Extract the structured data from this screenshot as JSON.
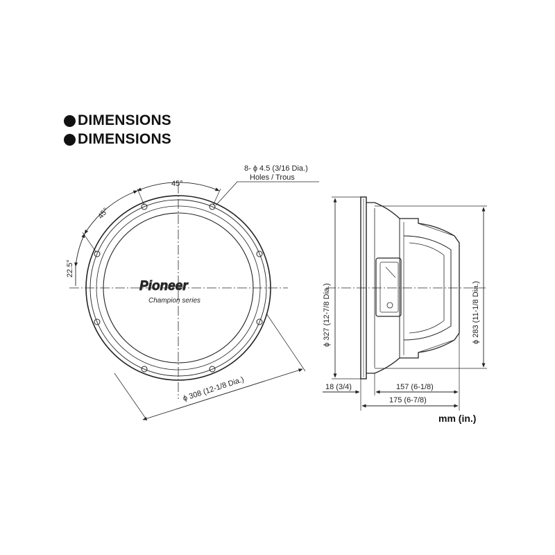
{
  "headings": [
    "DIMENSIONS",
    "DIMENSIONS"
  ],
  "front_view": {
    "angle_top": "45°",
    "angle_upper_left": "45°",
    "angle_left": "22.5°",
    "holes_line1": "8- ϕ 4.5 (3/16 Dia.)",
    "holes_line2": "Holes / Trous",
    "outer_diameter": "ϕ 308 (12-1/8 Dia.)",
    "logo_brand": "Pioneer",
    "logo_series": "Champion series"
  },
  "side_view": {
    "frame_diameter": "ϕ 327 (12-7/8 Dia.)",
    "cutout_diameter": "ϕ 283 (11-1/8 Dia.)",
    "flange_depth": "18 (3/4)",
    "mount_depth": "157 (6-1/8)",
    "total_depth": "175 (6-7/8)"
  },
  "unit_label": "mm (in.)",
  "colors": {
    "ink": "#111111",
    "paper": "#ffffff"
  }
}
